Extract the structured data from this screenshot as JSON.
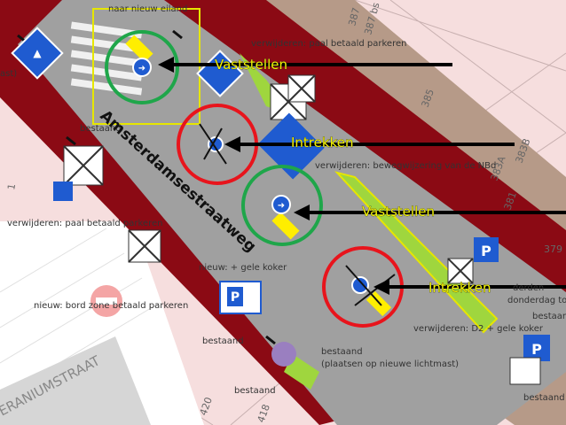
{
  "map": {
    "road_name": "Amsterdamsestraatweg",
    "street_name": "ERANIUMSTRAAT",
    "labels": {
      "naar_eiland": "naar nieuw eiland",
      "verw_paal_1": "verwijderen: paal betaald parkeren",
      "verw_bewegwijzering": "verwijderen: bewegwijzering van de NBd",
      "verw_paal_2": "verwijderen: paal betaald parkeren",
      "nieuw_gele_koker_1": "nieuw: + gele koker",
      "nieuw_bord_zone": "nieuw: bord zone betaald parkeren",
      "bestaand_1": "bestaand",
      "bestaand_2": "bestaand",
      "bestaand_3": "bestaand",
      "bestaand_4": "bestaand",
      "bestaand_lichtmast": "(plaatsen op nieuwe lichtmast)",
      "verw_d2": "verwijderen: D2 + gele koker",
      "ast": "ast)",
      "donderdag": "donderdag tot",
      "derden": "derden",
      "r_bestaand": "bestaand",
      "r_bestaand_2": "bestaand"
    },
    "parcels": {
      "p387": "387",
      "p387bs": "387 bs",
      "p385": "385",
      "p383b": "383B",
      "p383a": "383A",
      "p381": "381",
      "p379": "379",
      "p420": "420",
      "p418": "418",
      "p1": "1"
    },
    "annotations": [
      {
        "text": "Vaststellen",
        "circle_color": "#1fa64a"
      },
      {
        "text": "Intrekken",
        "circle_color": "#e8141c"
      },
      {
        "text": "Vaststellen",
        "circle_color": "#1fa64a"
      },
      {
        "text": "Intrekken",
        "circle_color": "#e8141c"
      }
    ],
    "colors": {
      "parcel_bg": "#f6dede",
      "red_lane": "#8b0a14",
      "asphalt": "#a0a0a0",
      "sidewalk": "#b69a88",
      "green": "#9fd63e",
      "yellow": "#ffee00",
      "sign_blue": "#1f5bd0"
    }
  }
}
